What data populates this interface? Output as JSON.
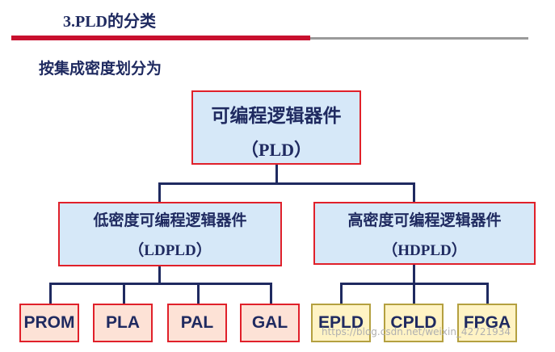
{
  "header": {
    "title": "3.PLD的分类",
    "subtitle": "按集成密度划分为"
  },
  "tree": {
    "root": {
      "line1": "可编程逻辑器件",
      "line2": "（PLD）"
    },
    "low": {
      "line1": "低密度可编程逻辑器件",
      "line2": "（LDPLD）",
      "children": [
        "PROM",
        "PLA",
        "PAL",
        "GAL"
      ]
    },
    "high": {
      "line1": "高密度可编程逻辑器件",
      "line2": "（HDPLD）",
      "children": [
        "EPLD",
        "CPLD",
        "FPGA"
      ]
    }
  },
  "watermark": "https://blog.csdn.net/weixin_42721934",
  "colors": {
    "accent_red": "#c8102e",
    "text_navy": "#1f2a60",
    "node_fill": "#d6e8f8",
    "low_leaf_fill": "#fde2d6",
    "high_leaf_fill": "#fff3c4"
  }
}
